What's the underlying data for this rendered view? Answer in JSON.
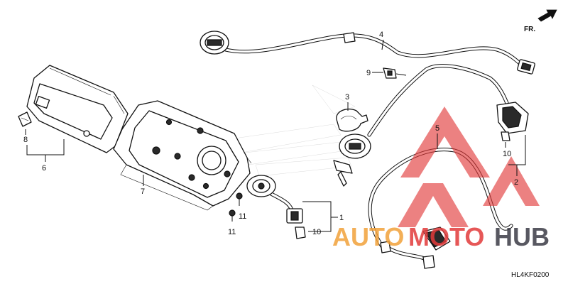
{
  "direction_label": "FR.",
  "diagram_code": "HL4KF0200",
  "watermark": {
    "text_part1": "AUTO",
    "text_part2": "MOTO",
    "text_part3": "HUB",
    "color_orange": "#f2a23a",
    "color_red": "#e23a3a",
    "color_dark": "#3c3c46"
  },
  "callouts": {
    "c1": "1",
    "c3": "3",
    "c4": "4",
    "c5": "5",
    "c6": "6",
    "c7": "7",
    "c8": "8",
    "c9": "9",
    "c10a": "10",
    "c10b": "10",
    "c11a": "11",
    "c11b": "11",
    "c2": "2"
  },
  "icons": [
    "direction-arrow-icon"
  ]
}
